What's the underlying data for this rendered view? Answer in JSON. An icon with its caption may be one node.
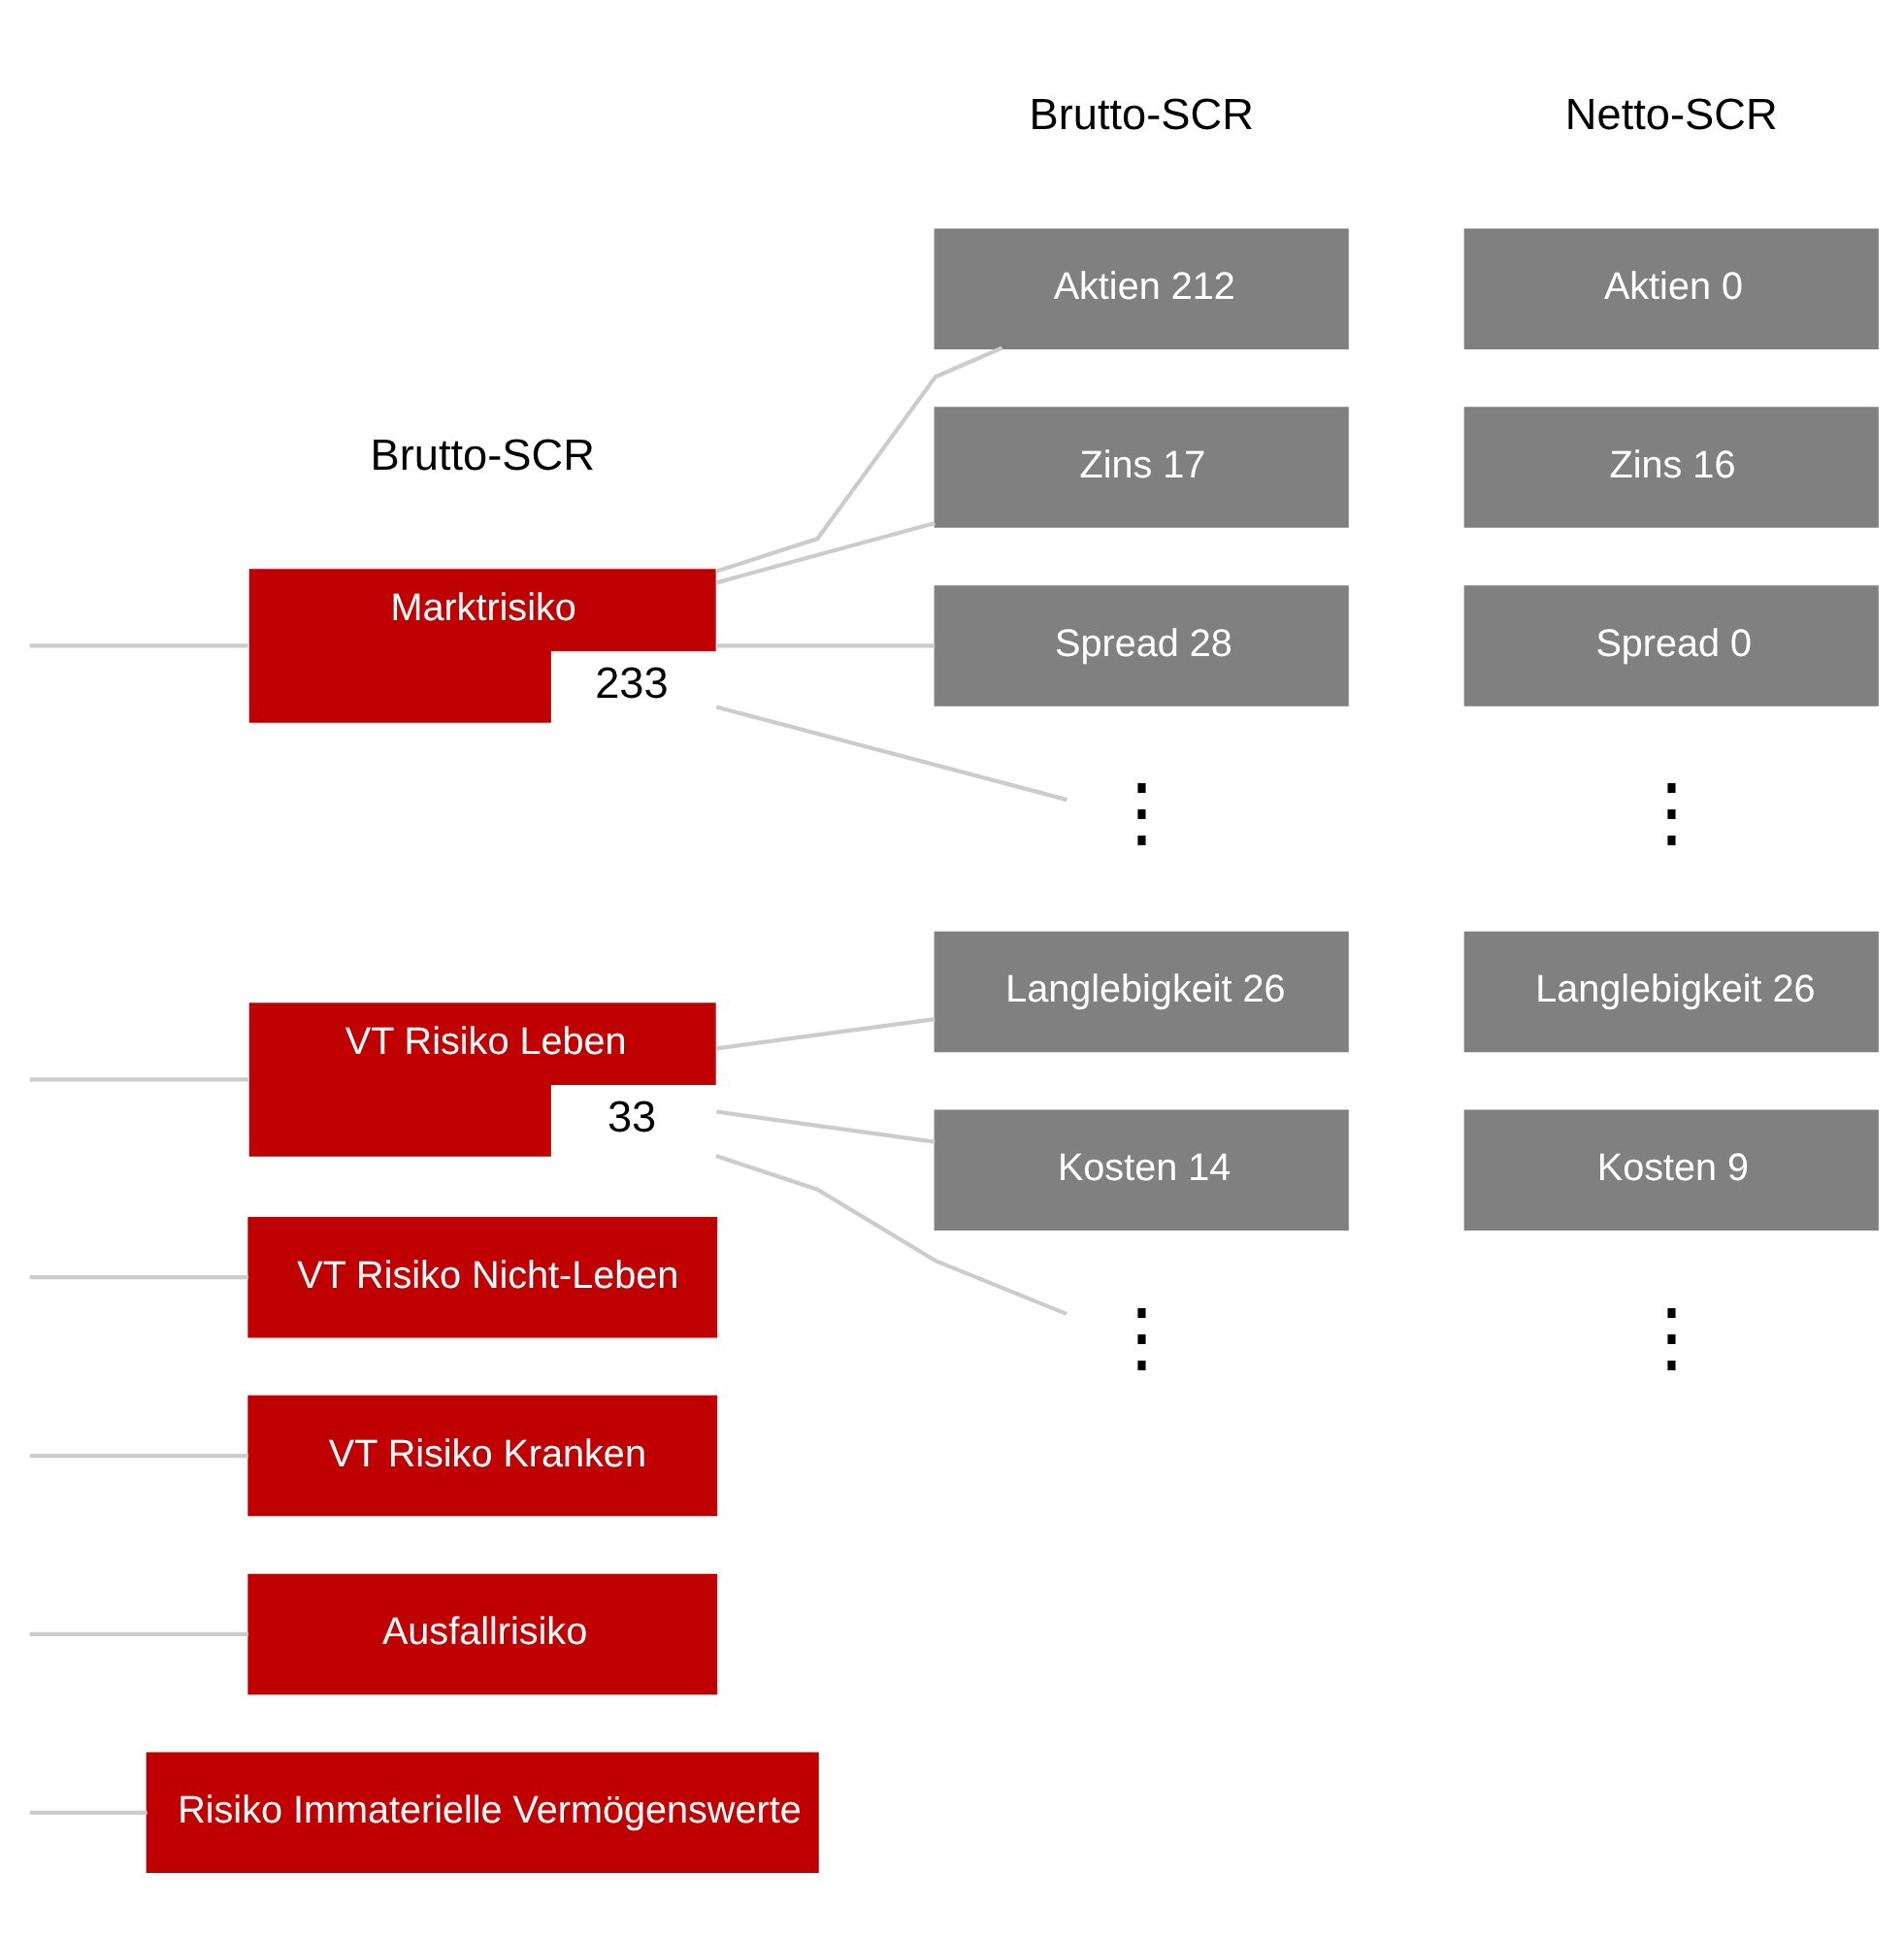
{
  "diagram": {
    "nodes": [
      {
        "text": [
          "Marktrisiko"
        ],
        "beside": [
          "233"
        ]
      },
      {
        "text": [
          "VT Risiko Leben"
        ],
        "beside": [
          "33"
        ]
      },
      {
        "text": [
          "VT Risiko Nicht-Leben"
        ]
      },
      {
        "text": [
          "VT Risiko Kranken"
        ]
      },
      {
        "text": [
          "Ausfallrisiko"
        ]
      },
      {
        "text": [
          "Risiko Immaterielle Vermögenswerte"
        ]
      },
      {
        "text": [
          "Aktien 212"
        ]
      },
      {
        "text": [
          "Zins 17"
        ]
      },
      {
        "text": [
          "Spread 28"
        ]
      },
      {
        "text": [
          "⋮"
        ]
      },
      {
        "text": [
          "Langlebigkeit 26"
        ]
      },
      {
        "text": [
          "Kosten 14"
        ]
      },
      {
        "text": [
          "⋮"
        ]
      },
      {
        "text": [
          "Aktien 0"
        ]
      },
      {
        "text": [
          "Zins 16"
        ]
      },
      {
        "text": [
          "Spread 0"
        ]
      },
      {
        "text": [
          "⋮"
        ]
      },
      {
        "text": [
          "Langlebigkeit 26"
        ]
      },
      {
        "text": [
          "Kosten 9"
        ]
      },
      {
        "text": [
          "⋮"
        ]
      }
    ],
    "edges": [
      {
        "from": null,
        "to": 0,
        "arrow": "none"
      },
      {
        "from": null,
        "to": 1,
        "arrow": "none"
      },
      {
        "from": null,
        "to": 2,
        "arrow": "none"
      },
      {
        "from": null,
        "to": 3,
        "arrow": "none"
      },
      {
        "from": null,
        "to": 4,
        "arrow": "none"
      },
      {
        "from": null,
        "to": 5,
        "arrow": "none"
      },
      {
        "from": 0,
        "to": 6,
        "arrow": "none"
      },
      {
        "from": 0,
        "to": 7,
        "arrow": "none"
      },
      {
        "from": 0,
        "to": 8,
        "arrow": "none"
      },
      {
        "from": 0,
        "to": 9,
        "arrow": "none"
      },
      {
        "from": 1,
        "to": 10,
        "arrow": "none"
      },
      {
        "from": 1,
        "to": 11,
        "arrow": "none"
      },
      {
        "from": 1,
        "to": 12,
        "arrow": "none"
      }
    ],
    "labels": [
      "Brutto-SCR",
      "Netto-SCR",
      "Brutto-SCR"
    ]
  }
}
